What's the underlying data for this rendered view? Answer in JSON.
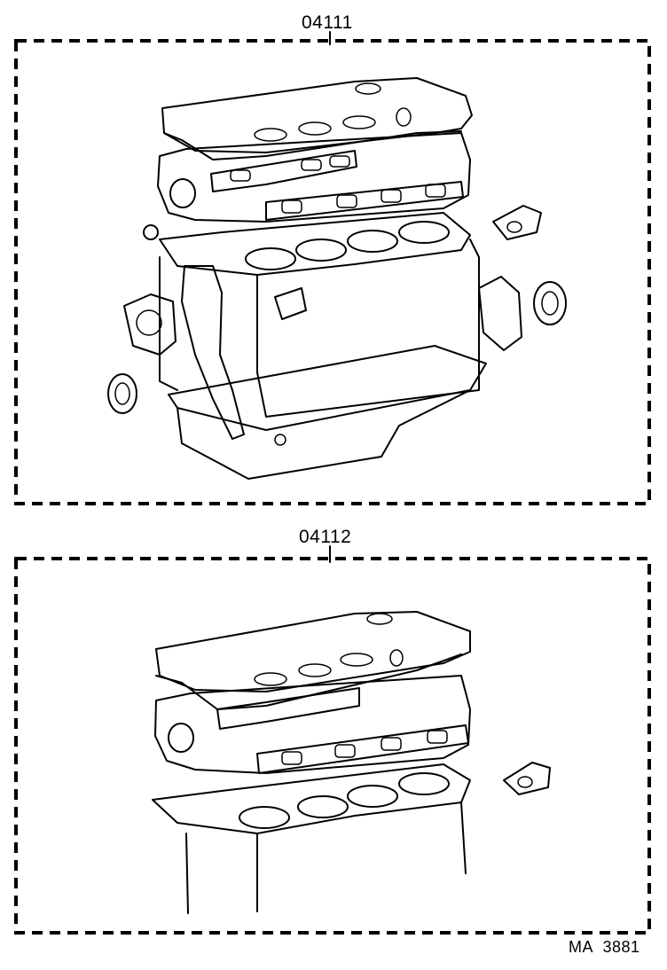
{
  "kits": [
    {
      "part_number": "04111"
    },
    {
      "part_number": "04112"
    }
  ],
  "diagram_code": "MA 3881"
}
